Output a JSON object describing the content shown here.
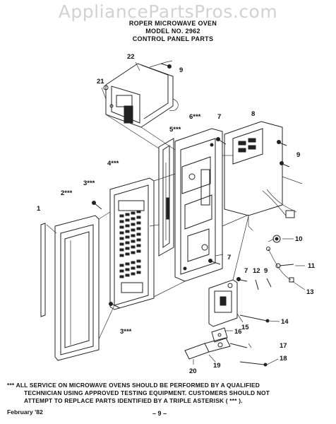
{
  "watermark": "AppliancePartsPros.com",
  "header": {
    "line1": "ROPER MICROWAVE OVEN",
    "line2": "MODEL NO. 2962",
    "line3": "CONTROL PANEL PARTS"
  },
  "callouts": {
    "c1": "1",
    "c2": "2***",
    "c3a": "3***",
    "c3b": "3***",
    "c4": "4***",
    "c5": "5***",
    "c6": "6***",
    "c7a": "7",
    "c7b": "7",
    "c7c": "7",
    "c8": "8",
    "c9a": "9",
    "c9b": "9",
    "c9c": "9",
    "c10": "10",
    "c11": "11",
    "c12": "12",
    "c13": "13",
    "c14": "14",
    "c15": "15",
    "c16": "16",
    "c17": "17",
    "c18": "18",
    "c19": "19",
    "c20": "20",
    "c21": "21",
    "c22": "22"
  },
  "note": {
    "line1": "*** ALL SERVICE ON MICROWAVE OVENS SHOULD BE PERFORMED BY A QUALIFIED",
    "line2": "TECHNICIAN USING APPROVED TESTING EQUIPMENT. CUSTOMERS SHOULD NOT",
    "line3": "ATTEMPT TO REPLACE PARTS IDENTIFIED BY A TRIPLE ASTERISK ( *** )."
  },
  "footer": {
    "date": "February '82",
    "page": "– 9 –"
  }
}
